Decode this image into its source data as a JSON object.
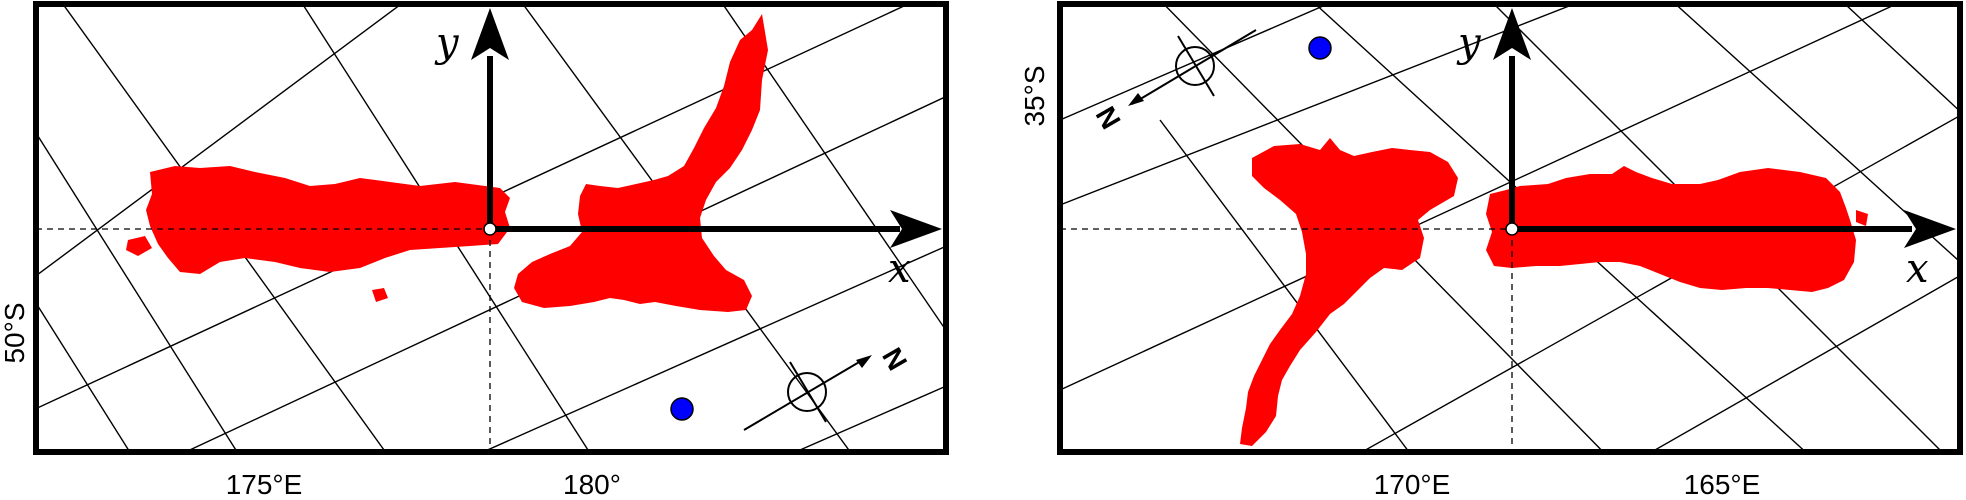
{
  "colors": {
    "land": "#ff0000",
    "frame": "#000000",
    "grid": "#000000",
    "marker": "#0000ff",
    "origin": "#ffffff"
  },
  "left_map": {
    "ticks": {
      "bottom": [
        "175°E",
        "180°"
      ],
      "left": [
        "50°S"
      ]
    },
    "axis_labels": {
      "x": "x",
      "y": "y"
    },
    "north_label": "N",
    "icons": [
      "compass-rose-icon",
      "marker-dot-icon",
      "origin-dot-icon"
    ]
  },
  "right_map": {
    "ticks": {
      "bottom": [
        "170°E",
        "165°E"
      ],
      "left": [
        "35°S"
      ]
    },
    "axis_labels": {
      "x": "x",
      "y": "y"
    },
    "north_label": "N",
    "icons": [
      "compass-rose-icon",
      "marker-dot-icon",
      "origin-dot-icon"
    ]
  }
}
